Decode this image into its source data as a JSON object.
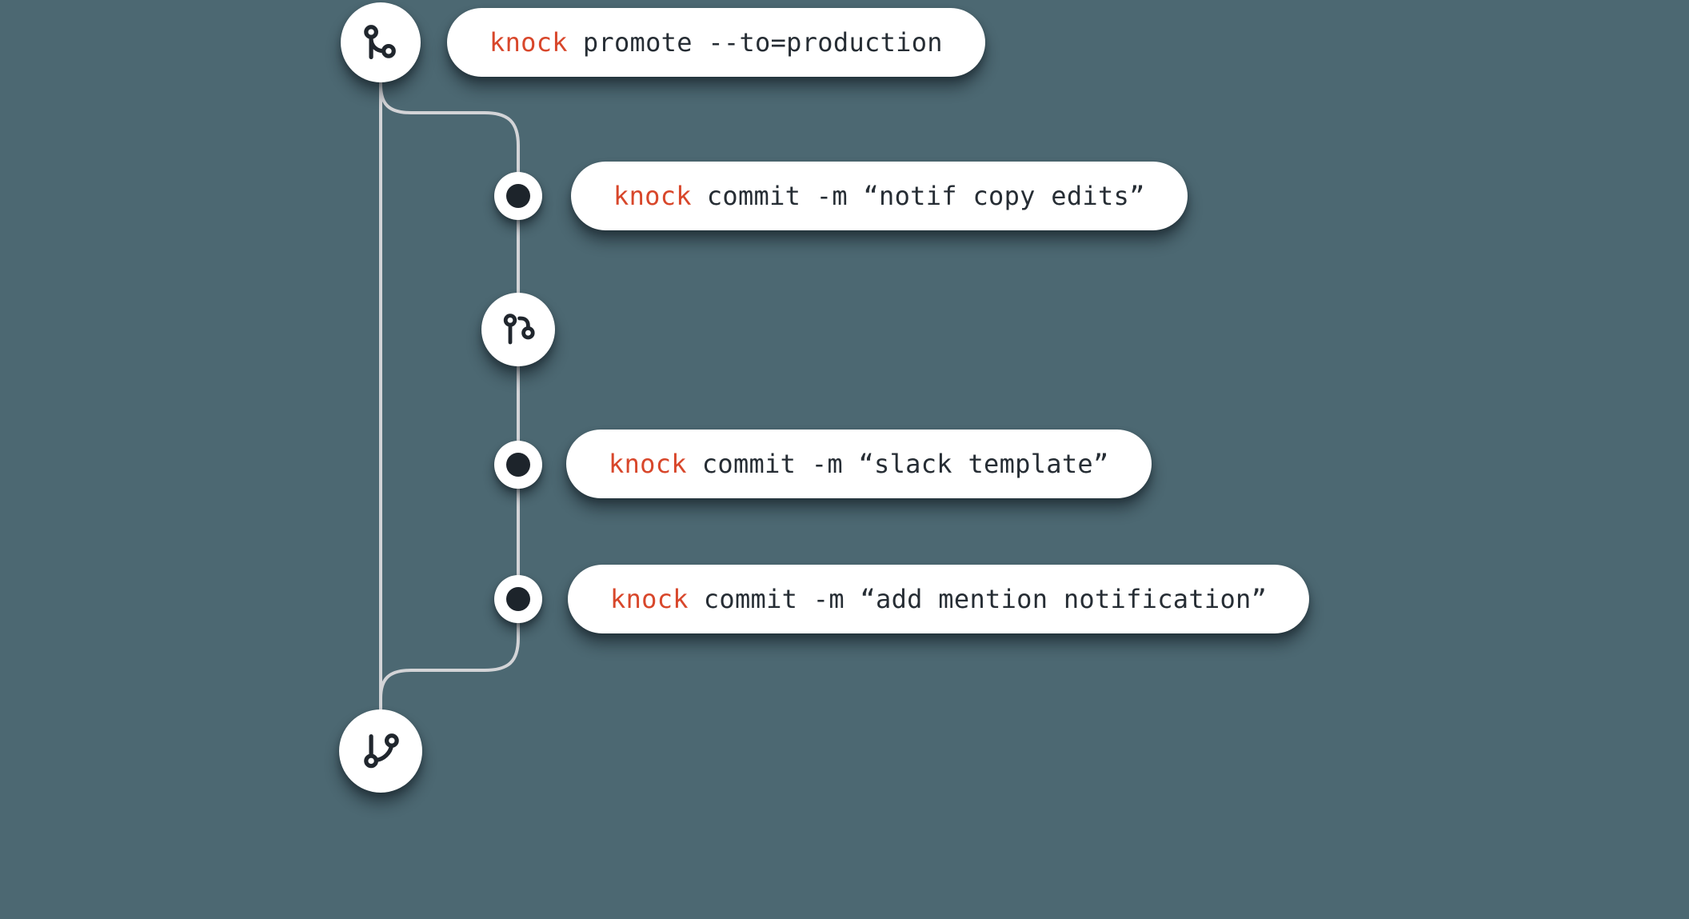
{
  "colors": {
    "background": "#4c6872",
    "pill_background": "#ffffff",
    "command_accent": "#d8472b",
    "command_text": "#262d34",
    "connector_line": "#d3d4d7",
    "node_icon": "#20262d",
    "commit_dot": "#1d242b"
  },
  "diagram": {
    "nodes": [
      {
        "icon": "git-branch",
        "position": "top"
      },
      {
        "icon": "git-pull-request",
        "position": "middle"
      },
      {
        "icon": "git-merge",
        "position": "bottom"
      }
    ],
    "commit_dot_count": 3,
    "commands": [
      {
        "prefix": "knock",
        "args": "promote --to=production"
      },
      {
        "prefix": "knock",
        "args": "commit -m “notif copy edits”"
      },
      {
        "prefix": "knock",
        "args": "commit -m “slack template”"
      },
      {
        "prefix": "knock",
        "args": "commit -m “add mention notification”"
      }
    ]
  }
}
